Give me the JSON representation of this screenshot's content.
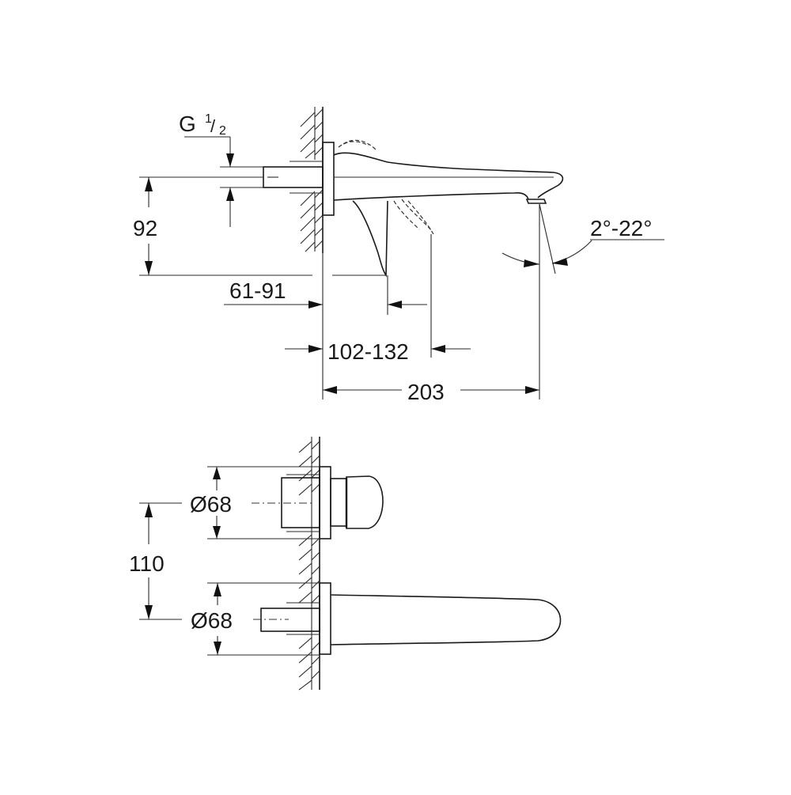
{
  "drawing": {
    "title": "Wall-mounted basin mixer dimension drawing",
    "side_view": {
      "thread_label_main": "G",
      "thread_label_num": "1",
      "thread_label_den": "2",
      "height_label": "92",
      "wall_projection_label": "61-91",
      "lever_reach_label": "102-132",
      "spout_length_label": "203",
      "aerator_angle_label": "2°-22°"
    },
    "front_view": {
      "handle_diameter_label": "Ø68",
      "spout_diameter_label": "Ø68",
      "center_distance_label": "110"
    },
    "colors": {
      "line": "#1a1a1a",
      "background": "#ffffff"
    }
  }
}
